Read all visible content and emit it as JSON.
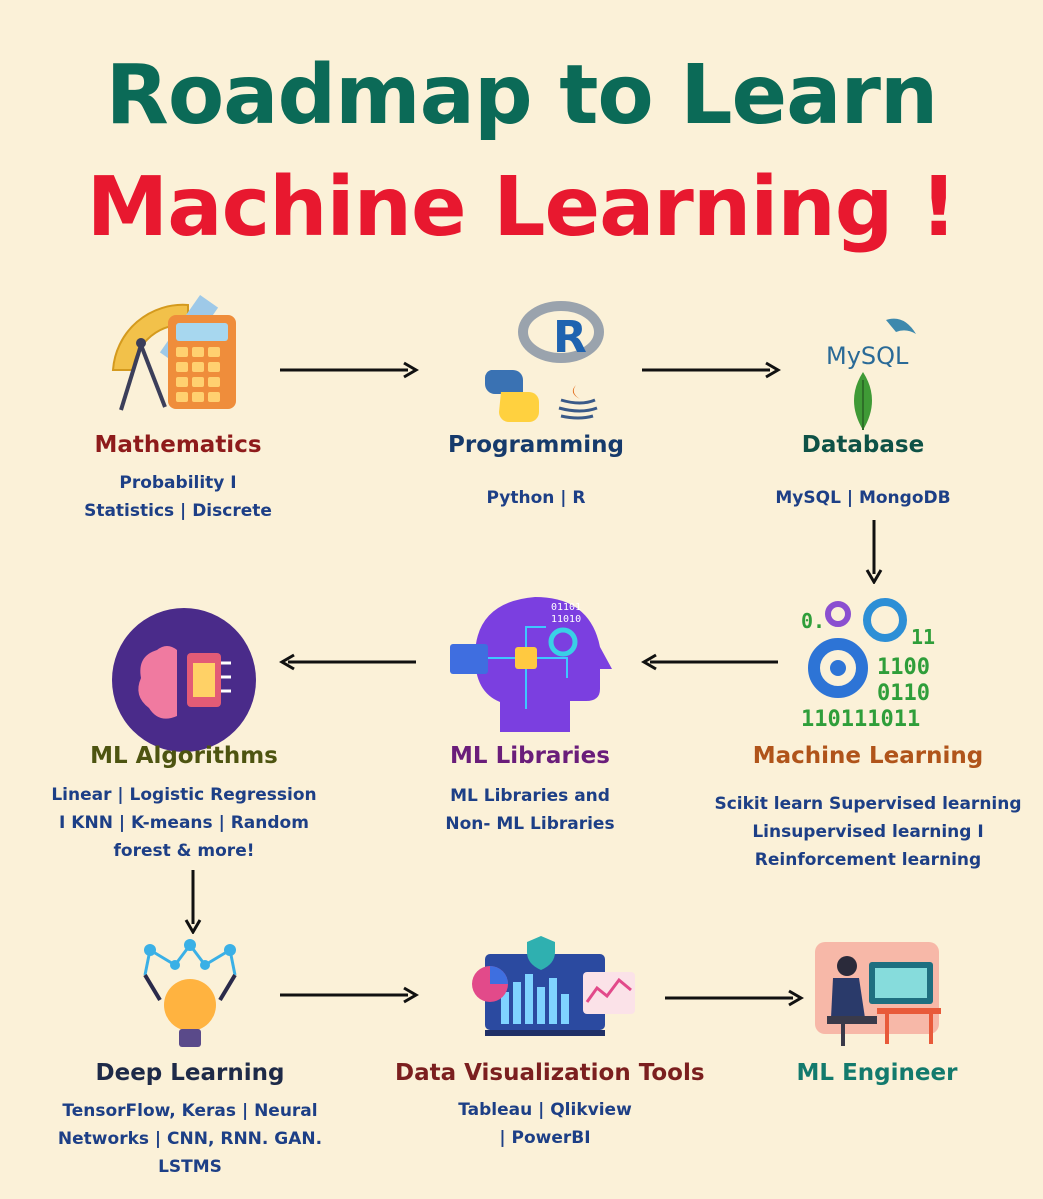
{
  "title": {
    "line1": "Roadmap to Learn",
    "line2": "Machine Learning !"
  },
  "colors": {
    "title_green": "#0b6a57",
    "title_red": "#e8182f",
    "background": "#fbf1d8",
    "desc_blue": "#1d3f86"
  },
  "nodes": {
    "mathematics": {
      "title": "Mathematics",
      "title_color": "#8e1b1b",
      "desc": [
        "Probability I",
        "Statistics | Discrete"
      ],
      "icon": "calculator-ruler-compass-icon"
    },
    "programming": {
      "title": "Programming",
      "title_color": "#163a6b",
      "desc": [
        "Python | R"
      ],
      "icon": "python-r-java-icon"
    },
    "database": {
      "title": "Database",
      "title_color": "#0e5246",
      "desc": [
        "MySQL | MongoDB"
      ],
      "icon": "mysql-mongodb-icon",
      "mysql_logo": "MySQL"
    },
    "ml_algorithms": {
      "title": "ML Algorithms",
      "title_color": "#4d5410",
      "desc": [
        "Linear | Logistic Regression",
        "I KNN | K-means | Random",
        "forest & more!"
      ],
      "icon": "brain-chip-icon"
    },
    "ml_libraries": {
      "title": "ML Libraries",
      "title_color": "#6a1d7a",
      "desc": [
        "ML Libraries and",
        "Non- ML Libraries"
      ],
      "icon": "head-circuit-icon",
      "binary_text": [
        "01101",
        "11010"
      ]
    },
    "machine_learning": {
      "title": "Machine Learning",
      "title_color": "#b0541a",
      "desc": [
        "Scikit learn Supervised learning",
        "Linsupervised learning I",
        "Reinforcement learning"
      ],
      "icon": "gears-binary-icon",
      "binary_text": [
        "0.",
        "11",
        "1100",
        "0110",
        "110111011"
      ]
    },
    "deep_learning": {
      "title": "Deep Learning",
      "title_color": "#1e2a48",
      "desc": [
        "TensorFlow, Keras | Neural",
        "Networks | CNN, RNN. GAN.",
        "LSTMS"
      ],
      "icon": "neural-bulb-icon"
    },
    "data_viz": {
      "title": "Data Visualization Tools",
      "title_color": "#7b1f1f",
      "desc": [
        "Tableau | Qlikview",
        "| PowerBI"
      ],
      "icon": "dashboard-monitor-icon"
    },
    "ml_engineer": {
      "title": "ML Engineer",
      "title_color": "#137a6d",
      "desc": [],
      "icon": "engineer-desk-icon"
    }
  }
}
